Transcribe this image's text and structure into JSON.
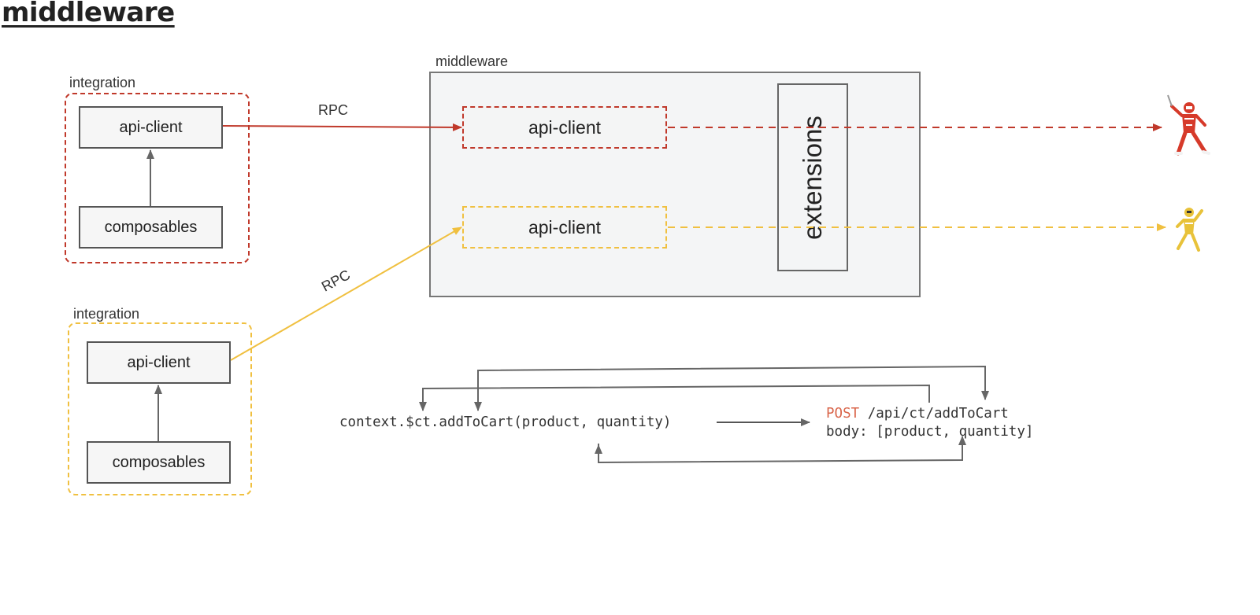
{
  "title": "middleware",
  "integration_top": {
    "label": "integration",
    "api_client": "api-client",
    "composables": "composables"
  },
  "integration_bottom": {
    "label": "integration",
    "api_client": "api-client",
    "composables": "composables"
  },
  "middleware": {
    "label": "middleware",
    "api_client_red": "api-client",
    "api_client_yellow": "api-client",
    "extensions": "extensions"
  },
  "rpc_top": "RPC",
  "rpc_bottom": "RPC",
  "code": {
    "call": "context.$ct.addToCart(product, quantity)",
    "post_method": "POST",
    "post_path": " /api/ct/addToCart",
    "body": "body: [product, quantity]"
  },
  "colors": {
    "red": "#c0392b",
    "yellow": "#f0c040",
    "gray": "#666666"
  },
  "icons": {
    "red_figure": "red-ranger-figure-icon",
    "yellow_figure": "yellow-ranger-figure-icon"
  }
}
